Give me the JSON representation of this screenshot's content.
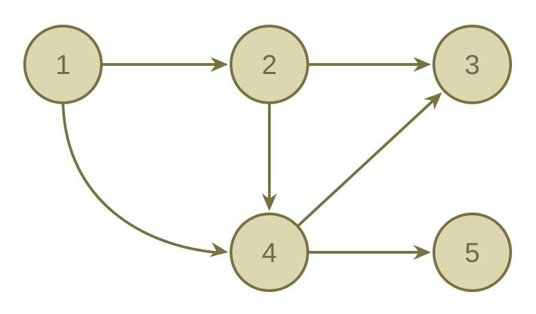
{
  "colors": {
    "node_fill": "#ddd7b1",
    "stroke": "#77733f",
    "label": "#6e6a4f",
    "background": "#ffffff"
  },
  "nodes": [
    {
      "id": "1",
      "label": "1"
    },
    {
      "id": "2",
      "label": "2"
    },
    {
      "id": "3",
      "label": "3"
    },
    {
      "id": "4",
      "label": "4"
    },
    {
      "id": "5",
      "label": "5"
    }
  ],
  "edges": [
    {
      "from": "1",
      "to": "2"
    },
    {
      "from": "2",
      "to": "3"
    },
    {
      "from": "2",
      "to": "4"
    },
    {
      "from": "1",
      "to": "4"
    },
    {
      "from": "4",
      "to": "3"
    },
    {
      "from": "4",
      "to": "5"
    }
  ]
}
